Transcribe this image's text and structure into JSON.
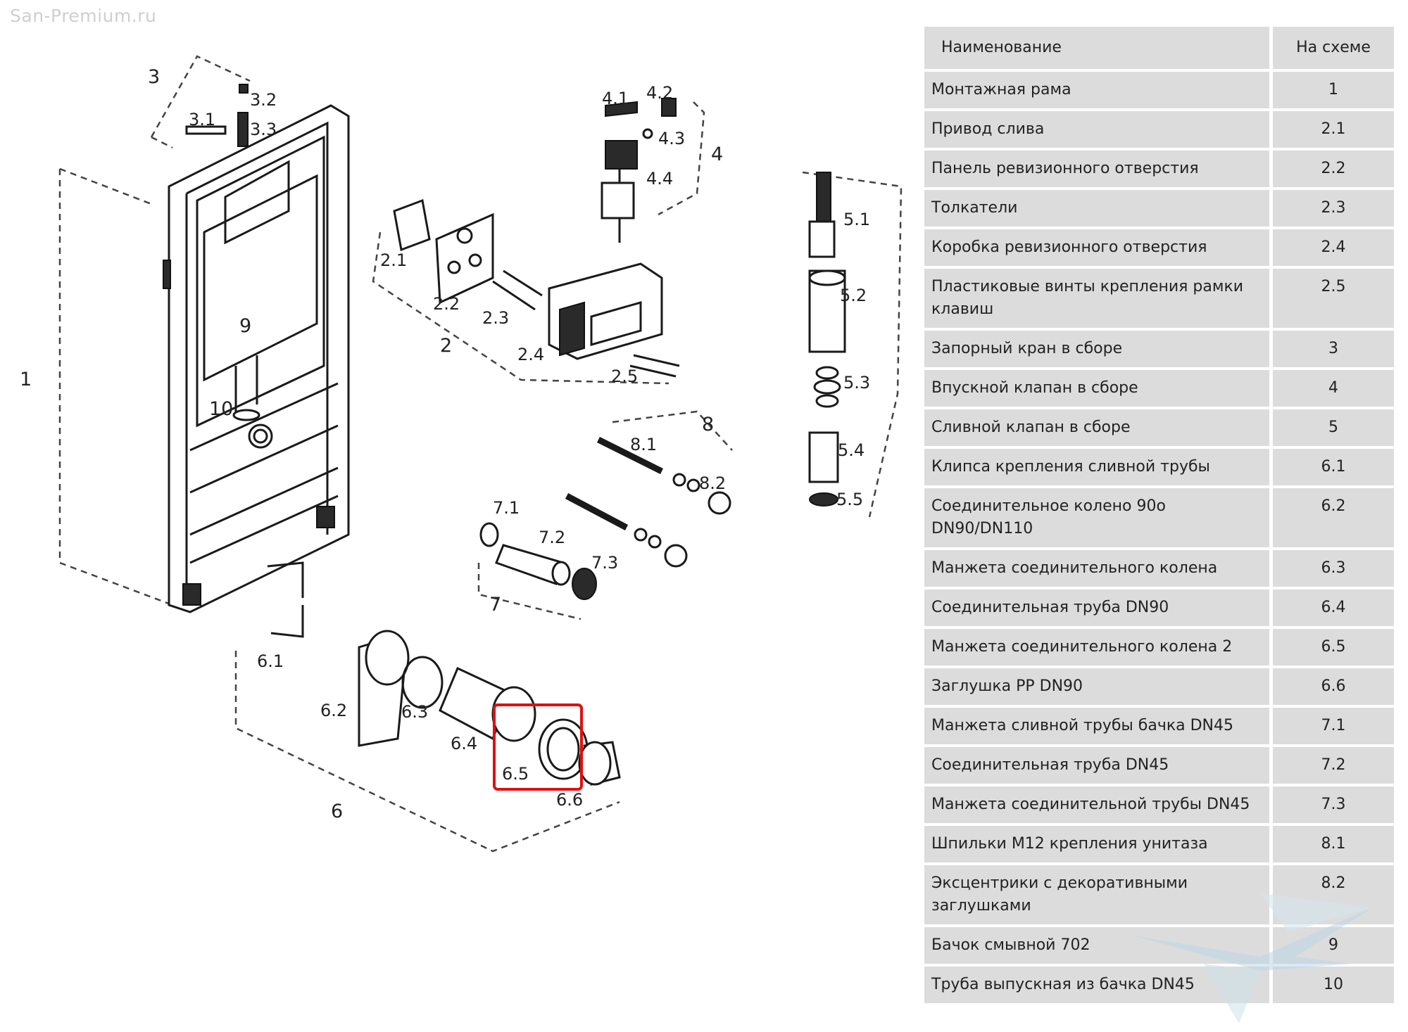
{
  "watermark": "San-Premium.ru",
  "diagram": {
    "labels": {
      "l1": "1",
      "l2": "2",
      "l3": "3",
      "l4": "4",
      "l6": "6",
      "l7": "7",
      "l8": "8",
      "l9": "9",
      "l10": "10",
      "l21": "2.1",
      "l22": "2.2",
      "l23": "2.3",
      "l24": "2.4",
      "l25": "2.5",
      "l31": "3.1",
      "l32": "3.2",
      "l33": "3.3",
      "l41": "4.1",
      "l42": "4.2",
      "l43": "4.3",
      "l44": "4.4",
      "l51": "5.1",
      "l52": "5.2",
      "l53": "5.3",
      "l54": "5.4",
      "l55": "5.5",
      "l61": "6.1",
      "l62": "6.2",
      "l63": "6.3",
      "l64": "6.4",
      "l65": "6.5",
      "l66": "6.6",
      "l71": "7.1",
      "l72": "7.2",
      "l73": "7.3",
      "l81": "8.1",
      "l82": "8.2"
    },
    "highlight_color": "#e01010"
  },
  "table": {
    "header": {
      "name": "Наименование",
      "num": "На схеме"
    },
    "rows": [
      {
        "name": "Монтажная рама",
        "num": "1"
      },
      {
        "name": "Привод слива",
        "num": "2.1"
      },
      {
        "name": "Панель ревизионного отверстия",
        "num": "2.2"
      },
      {
        "name": "Толкатели",
        "num": "2.3"
      },
      {
        "name": "Коробка ревизионного отверстия",
        "num": "2.4"
      },
      {
        "name": "Пластиковые винты крепления рамки клавиш",
        "num": "2.5"
      },
      {
        "name": "Запорный кран в сборе",
        "num": "3"
      },
      {
        "name": "Впускной клапан в сборе",
        "num": "4"
      },
      {
        "name": "Сливной клапан в сборе",
        "num": "5"
      },
      {
        "name": "Клипса крепления сливной трубы",
        "num": "6.1"
      },
      {
        "name": "Соединительное колено 90о DN90/DN110",
        "num": "6.2"
      },
      {
        "name": "Манжета соединительного колена",
        "num": "6.3"
      },
      {
        "name": "Соединительная труба DN90",
        "num": "6.4"
      },
      {
        "name": "Манжета соединительного колена 2",
        "num": "6.5"
      },
      {
        "name": "Заглушка PP DN90",
        "num": "6.6"
      },
      {
        "name": "Манжета сливной трубы бачка DN45",
        "num": "7.1"
      },
      {
        "name": "Соединительная труба DN45",
        "num": "7.2"
      },
      {
        "name": "Манжета соединительной трубы DN45",
        "num": "7.3"
      },
      {
        "name": "Шпильки M12 крепления унитаза",
        "num": "8.1"
      },
      {
        "name": "Эксцентрики с декоративными заглушками",
        "num": "8.2"
      },
      {
        "name": "Бачок смывной 702",
        "num": "9"
      },
      {
        "name": "Труба выпускная из бачка DN45",
        "num": "10"
      }
    ]
  },
  "colors": {
    "table_bg": "#dcdcdc",
    "highlight": "#e01010"
  }
}
